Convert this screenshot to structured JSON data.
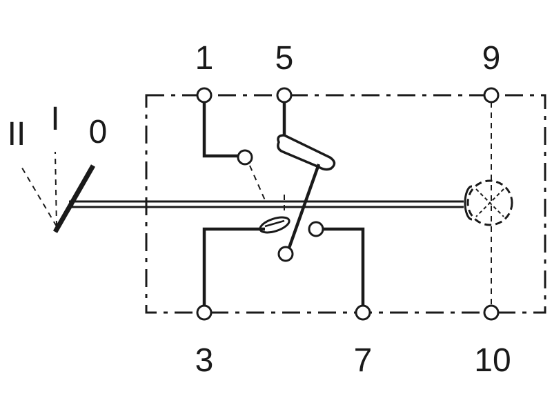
{
  "terminals": {
    "t1": "1",
    "t5": "5",
    "t9": "9",
    "t3": "3",
    "t7": "7",
    "t10": "10"
  },
  "positions": {
    "p0": "0",
    "p1": "I",
    "p2": "II"
  },
  "colors": {
    "ink": "#1a1a1a",
    "background": "#ffffff"
  },
  "icons": {
    "lamp": "lamp-cross-circle-icon"
  }
}
